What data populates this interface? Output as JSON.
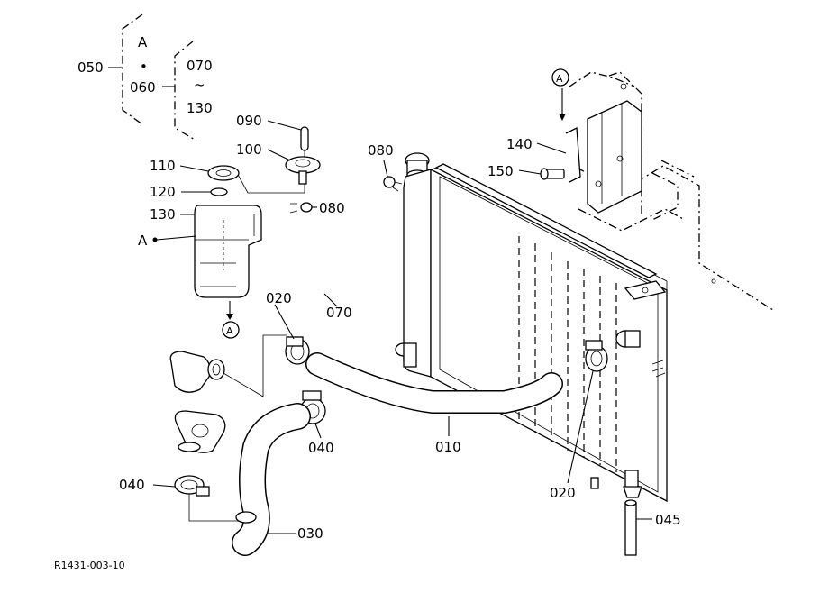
{
  "drawing_id": "R1431-003-10",
  "callouts": {
    "c050": "050",
    "c060": "060",
    "c070_top": "070",
    "c130_top": "130",
    "approx": "~",
    "dot": "•",
    "letter_a": "A",
    "c090": "090",
    "c100": "100",
    "c110": "110",
    "c120": "120",
    "c130": "130",
    "c080_left": "080",
    "c080_top": "080",
    "c070": "070",
    "c020_left": "020",
    "c020_right": "020",
    "c040_mid": "040",
    "c040_left": "040",
    "c010": "010",
    "c030": "030",
    "c045": "045",
    "c140": "140",
    "c150": "150"
  }
}
